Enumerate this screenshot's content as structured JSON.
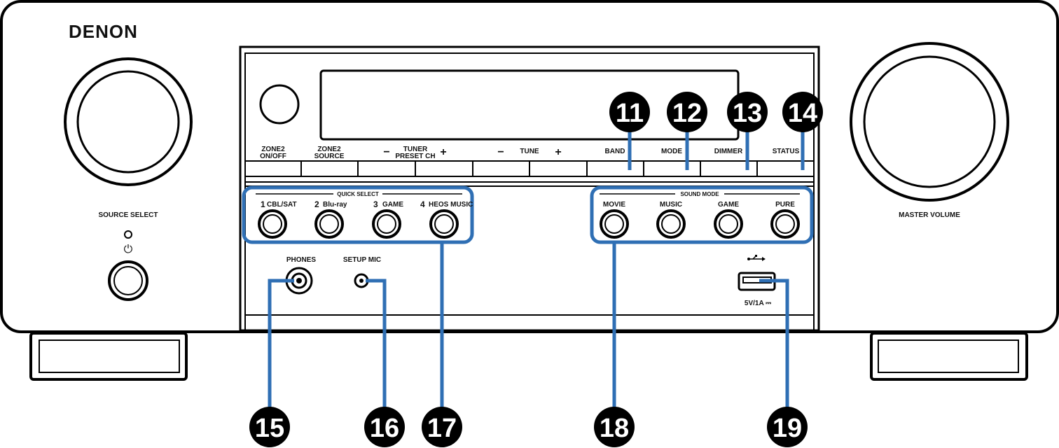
{
  "brand": "DENON",
  "knobs": {
    "source_select_label": "SOURCE SELECT",
    "master_volume_label": "MASTER VOLUME"
  },
  "power_symbol": "⏻",
  "top_buttons": {
    "zone2_onoff": [
      "ZONE2",
      "ON/OFF"
    ],
    "zone2_source": [
      "ZONE2",
      "SOURCE"
    ],
    "tuner_preset": [
      "TUNER",
      "PRESET CH"
    ],
    "tuner_minus": "−",
    "tuner_plus": "+",
    "tune_label": "TUNE",
    "tune_minus": "−",
    "tune_plus": "+",
    "band": "BAND",
    "mode": "MODE",
    "dimmer": "DIMMER",
    "status": "STATUS"
  },
  "quick_select": {
    "title": "QUICK SELECT",
    "items": [
      {
        "num": "1",
        "label": "CBL/SAT"
      },
      {
        "num": "2",
        "label": "Blu-ray"
      },
      {
        "num": "3",
        "label": "GAME"
      },
      {
        "num": "4",
        "label": "HEOS MUSIC"
      }
    ]
  },
  "sound_mode": {
    "title": "SOUND MODE",
    "items": [
      "MOVIE",
      "MUSIC",
      "GAME",
      "PURE"
    ]
  },
  "jacks": {
    "phones": "PHONES",
    "setup_mic": "SETUP MIC",
    "usb_rating": "5V/1A ⎓"
  },
  "callouts": [
    "11",
    "12",
    "13",
    "14",
    "15",
    "16",
    "17",
    "18",
    "19"
  ],
  "colors": {
    "callout_line": "#2f6fb4",
    "callout_circle": "#000000",
    "outline": "#000000"
  }
}
